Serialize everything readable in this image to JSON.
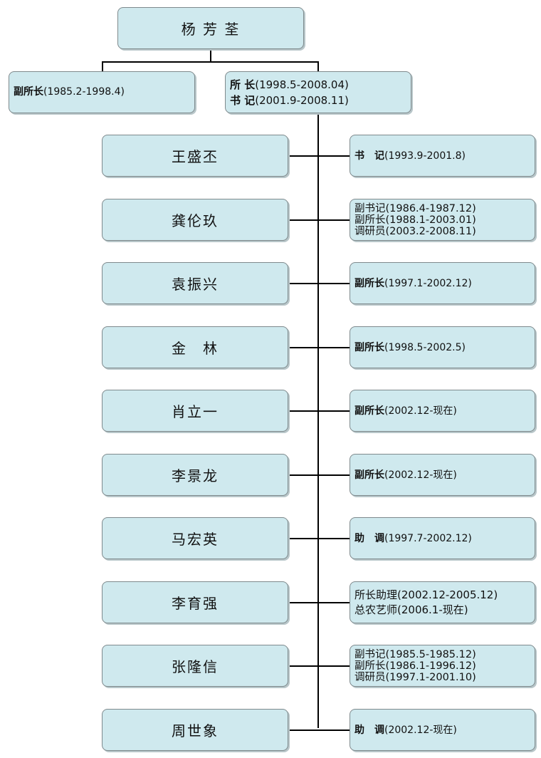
{
  "root": {
    "name": "杨 芳 荃"
  },
  "top_left": {
    "title": "副所长",
    "period": "(1985.2-1998.4)"
  },
  "top_right": {
    "lines": [
      {
        "title": "所 长",
        "period": "(1998.5-2008.04)"
      },
      {
        "title": "书 记",
        "period": "(2001.9-2008.11)"
      }
    ]
  },
  "rows": [
    {
      "name": "王盛丕",
      "roles": [
        {
          "title": "书　记",
          "period": "(1993.9-2001.8)"
        }
      ]
    },
    {
      "name": "龚伦玖",
      "roles": [
        {
          "title": "副书记",
          "period": "(1986.4-1987.12)"
        },
        {
          "title": "副所长",
          "period": "(1988.1-2003.01)"
        },
        {
          "title": "调研员",
          "period": "(2003.2-2008.11)"
        }
      ]
    },
    {
      "name": "袁振兴",
      "roles": [
        {
          "title": "副所长",
          "period": "(1997.1-2002.12)"
        }
      ]
    },
    {
      "name": "金　林",
      "roles": [
        {
          "title": "副所长",
          "period": "(1998.5-2002.5)"
        }
      ]
    },
    {
      "name": "肖立一",
      "roles": [
        {
          "title": "副所长",
          "period": "(2002.12-现在)"
        }
      ]
    },
    {
      "name": "李景龙",
      "roles": [
        {
          "title": "副所长",
          "period": "(2002.12-现在)"
        }
      ]
    },
    {
      "name": "马宏英",
      "roles": [
        {
          "title": "助　调",
          "period": "(1997.7-2002.12)"
        }
      ]
    },
    {
      "name": "李育强",
      "roles": [
        {
          "title": "所长助理",
          "period": "(2002.12-2005.12)"
        },
        {
          "title": "总农艺师",
          "period": "(2006.1-现在)"
        }
      ]
    },
    {
      "name": "张隆信",
      "roles": [
        {
          "title": "副书记",
          "period": "(1985.5-1985.12)"
        },
        {
          "title": "副所长",
          "period": "(1986.1-1996.12)"
        },
        {
          "title": "调研员",
          "period": "(1997.1-2001.10)"
        }
      ]
    },
    {
      "name": "周世象",
      "roles": [
        {
          "title": "助　调",
          "period": "(2002.12-现在)"
        }
      ]
    }
  ]
}
